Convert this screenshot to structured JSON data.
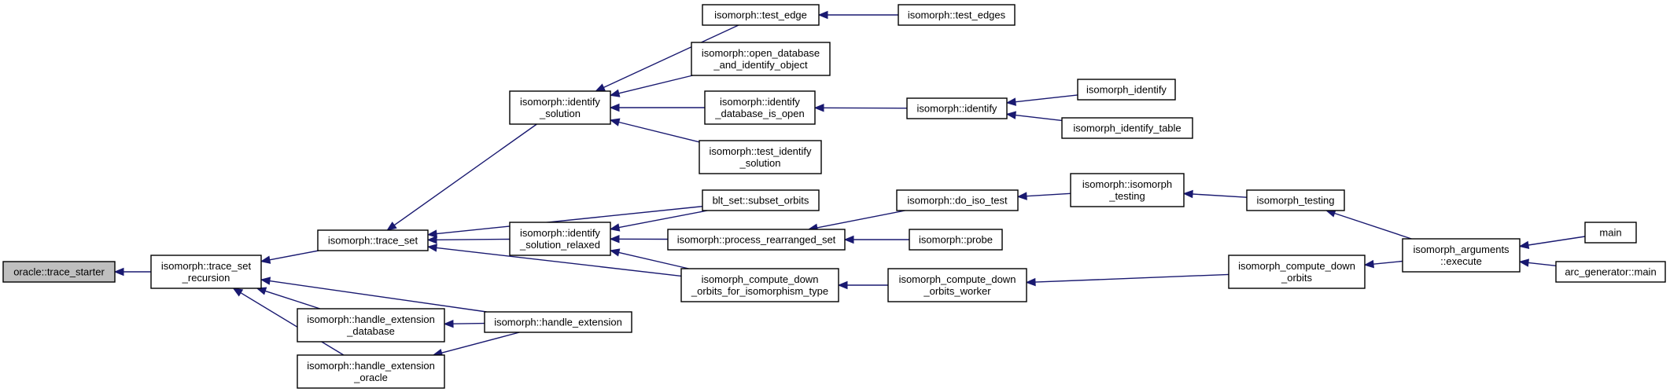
{
  "colors": {
    "edge": "#191970",
    "root_fill": "#bfbfbf",
    "node_fill": "#ffffff",
    "node_border": "#000000"
  },
  "nodes": [
    {
      "id": "trace_starter",
      "lines": [
        "oracle::trace_starter"
      ],
      "root": true
    },
    {
      "id": "trace_set_recursion",
      "lines": [
        "isomorph::trace_set",
        "_recursion"
      ]
    },
    {
      "id": "trace_set",
      "lines": [
        "isomorph::trace_set"
      ]
    },
    {
      "id": "handle_ext_db",
      "lines": [
        "isomorph::handle_extension",
        "_database"
      ]
    },
    {
      "id": "handle_ext_oracle",
      "lines": [
        "isomorph::handle_extension",
        "_oracle"
      ]
    },
    {
      "id": "handle_ext",
      "lines": [
        "isomorph::handle_extension"
      ]
    },
    {
      "id": "identify_solution",
      "lines": [
        "isomorph::identify",
        "_solution"
      ]
    },
    {
      "id": "identify_solution_relaxed",
      "lines": [
        "isomorph::identify",
        "_solution_relaxed"
      ]
    },
    {
      "id": "test_edge",
      "lines": [
        "isomorph::test_edge"
      ]
    },
    {
      "id": "test_edges",
      "lines": [
        "isomorph::test_edges"
      ]
    },
    {
      "id": "open_database",
      "lines": [
        "isomorph::open_database",
        "_and_identify_object"
      ]
    },
    {
      "id": "identify_db_open",
      "lines": [
        "isomorph::identify",
        "_database_is_open"
      ]
    },
    {
      "id": "identify",
      "lines": [
        "isomorph::identify"
      ]
    },
    {
      "id": "isomorph_identify",
      "lines": [
        "isomorph_identify"
      ]
    },
    {
      "id": "isomorph_identify_table",
      "lines": [
        "isomorph_identify_table"
      ]
    },
    {
      "id": "test_identify_solution",
      "lines": [
        "isomorph::test_identify",
        "_solution"
      ]
    },
    {
      "id": "subset_orbits",
      "lines": [
        "blt_set::subset_orbits"
      ]
    },
    {
      "id": "process_rearranged_set",
      "lines": [
        "isomorph::process_rearranged_set"
      ]
    },
    {
      "id": "compute_down_orbits_iso",
      "lines": [
        "isomorph_compute_down",
        "_orbits_for_isomorphism_type"
      ]
    },
    {
      "id": "do_iso_test",
      "lines": [
        "isomorph::do_iso_test"
      ]
    },
    {
      "id": "probe",
      "lines": [
        "isomorph::probe"
      ]
    },
    {
      "id": "compute_down_orbits_worker",
      "lines": [
        "isomorph_compute_down",
        "_orbits_worker"
      ]
    },
    {
      "id": "isomorph_testing_m",
      "lines": [
        "isomorph::isomorph",
        "_testing"
      ]
    },
    {
      "id": "isomorph_testing",
      "lines": [
        "isomorph_testing"
      ]
    },
    {
      "id": "compute_down_orbits",
      "lines": [
        "isomorph_compute_down",
        "_orbits"
      ]
    },
    {
      "id": "arguments_execute",
      "lines": [
        "isomorph_arguments",
        "::execute"
      ]
    },
    {
      "id": "main",
      "lines": [
        "main"
      ]
    },
    {
      "id": "arc_generator_main",
      "lines": [
        "arc_generator::main"
      ]
    }
  ],
  "edges": [
    {
      "from": "trace_set_recursion",
      "to": "trace_starter"
    },
    {
      "from": "trace_set",
      "to": "trace_set_recursion"
    },
    {
      "from": "handle_ext_db",
      "to": "trace_set_recursion"
    },
    {
      "from": "handle_ext_oracle",
      "to": "trace_set_recursion"
    },
    {
      "from": "handle_ext",
      "to": "trace_set_recursion"
    },
    {
      "from": "handle_ext",
      "to": "handle_ext_db"
    },
    {
      "from": "handle_ext",
      "to": "handle_ext_oracle"
    },
    {
      "from": "identify_solution",
      "to": "trace_set"
    },
    {
      "from": "identify_solution_relaxed",
      "to": "trace_set"
    },
    {
      "from": "subset_orbits",
      "to": "trace_set"
    },
    {
      "from": "compute_down_orbits_iso",
      "to": "trace_set"
    },
    {
      "from": "test_edge",
      "to": "identify_solution"
    },
    {
      "from": "open_database",
      "to": "identify_solution"
    },
    {
      "from": "identify_db_open",
      "to": "identify_solution"
    },
    {
      "from": "test_identify_solution",
      "to": "identify_solution"
    },
    {
      "from": "test_edges",
      "to": "test_edge"
    },
    {
      "from": "identify",
      "to": "identify_db_open"
    },
    {
      "from": "isomorph_identify",
      "to": "identify"
    },
    {
      "from": "isomorph_identify_table",
      "to": "identify"
    },
    {
      "from": "subset_orbits",
      "to": "identify_solution_relaxed"
    },
    {
      "from": "process_rearranged_set",
      "to": "identify_solution_relaxed"
    },
    {
      "from": "compute_down_orbits_iso",
      "to": "identify_solution_relaxed"
    },
    {
      "from": "do_iso_test",
      "to": "process_rearranged_set"
    },
    {
      "from": "probe",
      "to": "process_rearranged_set"
    },
    {
      "from": "isomorph_testing_m",
      "to": "do_iso_test"
    },
    {
      "from": "isomorph_testing",
      "to": "isomorph_testing_m"
    },
    {
      "from": "arguments_execute",
      "to": "isomorph_testing"
    },
    {
      "from": "compute_down_orbits_worker",
      "to": "compute_down_orbits_iso"
    },
    {
      "from": "compute_down_orbits",
      "to": "compute_down_orbits_worker"
    },
    {
      "from": "arguments_execute",
      "to": "compute_down_orbits"
    },
    {
      "from": "main",
      "to": "arguments_execute"
    },
    {
      "from": "arc_generator_main",
      "to": "arguments_execute"
    }
  ]
}
